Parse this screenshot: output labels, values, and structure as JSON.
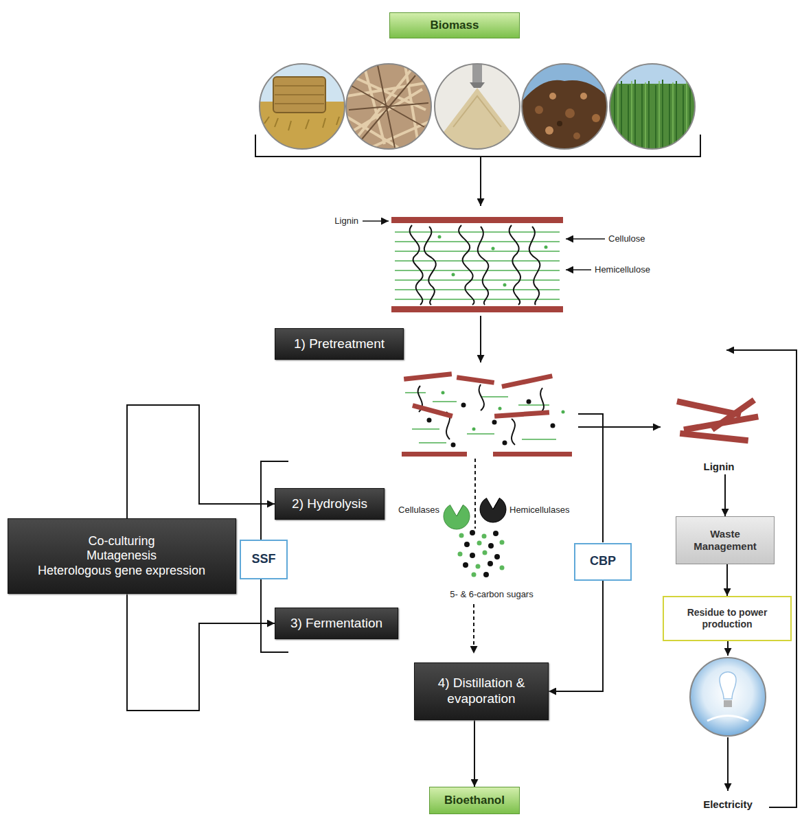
{
  "diagram": {
    "nodes": [
      {
        "text": [
          "Biomass"
        ]
      },
      {
        "text": [
          "1) Pretreatment"
        ]
      },
      {
        "text": [
          "Lignin"
        ]
      },
      {
        "text": [
          "2) Hydrolysis"
        ]
      },
      {
        "text": [
          "Co-culturing",
          "Mutagenesis",
          "Heterologous gene expression"
        ]
      },
      {
        "text": [
          "Waste Management"
        ]
      },
      {
        "text": [
          "SSF"
        ]
      },
      {
        "text": [
          "CBP"
        ]
      },
      {
        "text": [
          "3) Fermentation"
        ]
      },
      {
        "text": [
          "Residue to power production"
        ]
      },
      {
        "text": [
          "4) Distillation & evaporation"
        ]
      },
      {
        "text": [
          "Electricity"
        ]
      },
      {
        "text": [
          "Bioethanol"
        ]
      }
    ],
    "edges": [
      {
        "from": 4,
        "to": 3,
        "arrow": "to"
      },
      {
        "from": 4,
        "to": 8,
        "arrow": "to"
      },
      {
        "from": 7,
        "to": 10,
        "arrow": "to"
      },
      {
        "from": 10,
        "to": 12,
        "arrow": "to"
      },
      {
        "from": 2,
        "to": 5,
        "arrow": "to"
      },
      {
        "from": 5,
        "to": 9,
        "arrow": "to"
      },
      {
        "from": 9,
        "to": 11,
        "arrow": "to"
      }
    ],
    "labels": [
      "Lignin",
      "Cellulose",
      "Hemicellulose",
      "Cellulases",
      "Hemicellulases",
      "5- & 6-carbon sugars"
    ]
  }
}
